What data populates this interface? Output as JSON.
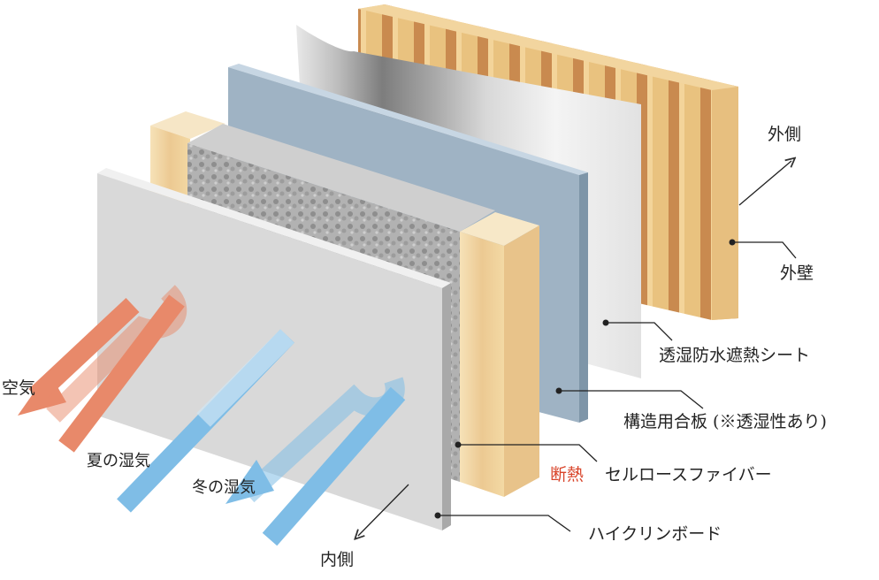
{
  "labels": {
    "outside": "外側",
    "outer_wall": "外壁",
    "membrane": "透湿防水遮熱シート",
    "plywood": "構造用合板 (※透湿性あり)",
    "insulation_tag": "断熱",
    "insulation": "セルロースファイバー",
    "board": "ハイクリンボード",
    "inside": "内側",
    "air": "空気",
    "summer": "夏の湿気",
    "winter": "冬の湿気"
  },
  "colors": {
    "wood_light": "#f3d9a4",
    "wood_dark": "#cc8a52",
    "plywood": "#9fb3c4",
    "board": "#d8d8d8",
    "cellulose": "#a9a9a9",
    "air_arrow": "#e8896a",
    "moisture_arrow": "#7fbde6",
    "accent_text": "#d9452b"
  }
}
